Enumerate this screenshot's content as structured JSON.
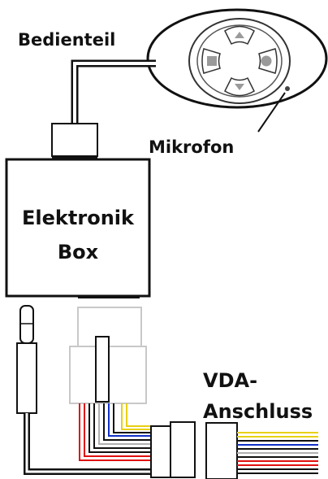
{
  "labels": {
    "control_unit": "Bedienteil",
    "microphone": "Mikrofon",
    "box_line1": "Elektronik",
    "box_line2": "Box",
    "vda_line1": "VDA-",
    "vda_line2": "Anschluss"
  },
  "colors": {
    "outline": "#111111",
    "wire_red": "#e01010",
    "wire_blue": "#1030c8",
    "wire_yellow": "#e8d010",
    "wire_gray": "#b0b0b0",
    "connector_gray": "#c8c8c8",
    "button_gray": "#9a9a9a"
  },
  "icons": [
    "arrow-up-icon",
    "arrow-down-icon",
    "square-icon",
    "circle-icon"
  ]
}
